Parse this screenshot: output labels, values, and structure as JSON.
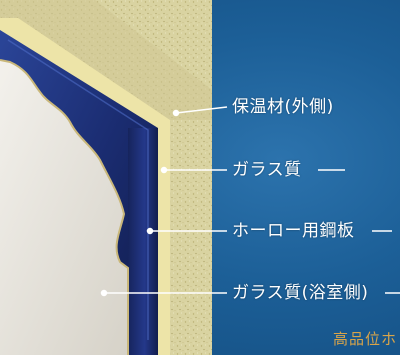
{
  "diagram": {
    "labels": {
      "insulation": "保温材(外側)",
      "glass_outer": "ガラス質",
      "enamel_steel": "ホーロー用鋼板",
      "glass_inner": "ガラス質(浴室側)"
    },
    "tagline": "高品位ホ"
  },
  "colors": {
    "background": "#1c5f97",
    "insulation": "#d8d3a0",
    "steel_blue": "#1e3172",
    "inner_surface": "#e9e6df",
    "line": "#ffffff",
    "tagline": "#d8a44a"
  }
}
